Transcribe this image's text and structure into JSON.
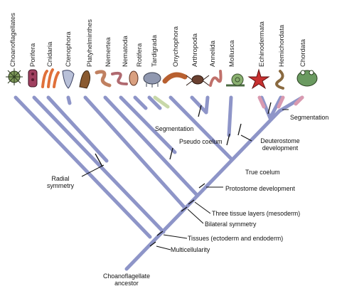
{
  "taxa": [
    "Choanoflagellates",
    "Porifera",
    "Cnidaria",
    "Ctenophora",
    "Platyhelminthes",
    "Nemertea",
    "Nematoda",
    "Rotifera",
    "Tardigrada",
    "Onychophora",
    "Arthropoda",
    "Annelida",
    "Mollusca",
    "Echinodermata",
    "Hemichordata",
    "Chordata"
  ],
  "traits": {
    "segmentation_right": "Segmentation",
    "deuterostome_line1": "Deuterostome",
    "deuterostome_line2": "development",
    "segmentation_left": "Segmentation",
    "pseudo_coelum": "Pseudo coelum",
    "true_coelum": "True coelum",
    "radial_line1": "Radial",
    "radial_line2": "symmetry",
    "protostome": "Protostome development",
    "three_tissue": "Three tissue layers (mesoderm)",
    "bilateral": "Bilateral symmetry",
    "tissues": "Tissues (ectoderm and endoderm)",
    "multicellularity": "Multicellularity",
    "ancestor_line1": "Choanoflagellate",
    "ancestor_line2": "ancestor"
  },
  "colors": {
    "branch": "#8e95c8",
    "deuterostome_tip": "#d99ab0",
    "annelid_tip": "#c8d8a8"
  }
}
